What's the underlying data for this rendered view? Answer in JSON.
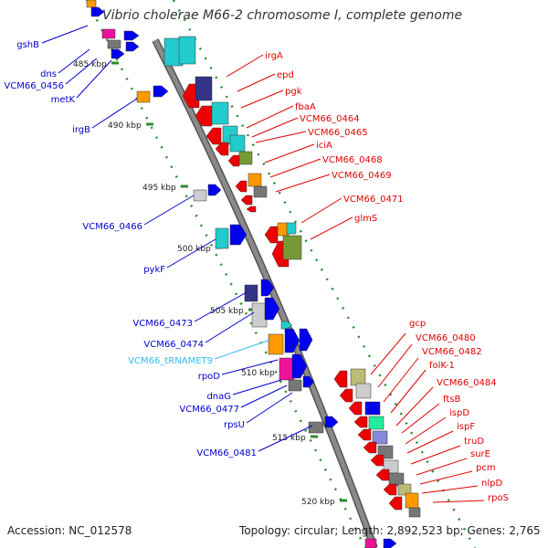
{
  "title": "Vibrio cholerae M66-2 chromosome I, complete genome",
  "footer": {
    "accession": "Accession: NC_012578",
    "summary": "Topology: circular; Length: 2,892,523 bp; Genes: 2,765"
  },
  "colors": {
    "backbone": "#8a8a8a",
    "tick": "#2e8b2e",
    "label_left": "#0000cc",
    "label_right": "#dd0000",
    "label_rna": "#33bbee",
    "gene_red": "#ee0000",
    "gene_blue": "#0000ee",
    "gene_cyan": "#22cccc",
    "gene_orange": "#ff9900",
    "gene_magenta": "#ee1199",
    "gene_gray": "#777777",
    "gene_navy": "#333388",
    "gene_olive": "#779933",
    "gene_lightgray": "#cccccc",
    "gene_khaki": "#bbbb77",
    "gene_green": "#22ee99",
    "gene_violet": "#8888dd"
  },
  "kbp_ticks": [
    "485 kbp",
    "490 kbp",
    "495 kbp",
    "500 kbp",
    "505 kbp",
    "510 kbp",
    "515 kbp",
    "520 kbp"
  ],
  "left_labels": [
    "gshB",
    "dns",
    "VCM66_0456",
    "metK",
    "irgB",
    "VCM66_0466",
    "pykF",
    "VCM66_0473",
    "VCM66_0474",
    "VCM66_tRNAMET9",
    "rpoD",
    "dnaG",
    "VCM66_0477",
    "rpsU",
    "VCM66_0481"
  ],
  "right_labels": [
    "irgA",
    "epd",
    "pgk",
    "fbaA",
    "VCM66_0464",
    "VCM66_0465",
    "iciA",
    "VCM66_0468",
    "VCM66_0469",
    "VCM66_0471",
    "glmS",
    "gcp",
    "VCM66_0480",
    "VCM66_0482",
    "folK-1",
    "VCM66_0484",
    "ftsB",
    "ispD",
    "ispF",
    "truD",
    "surE",
    "pcm",
    "nlpD",
    "rpoS"
  ]
}
